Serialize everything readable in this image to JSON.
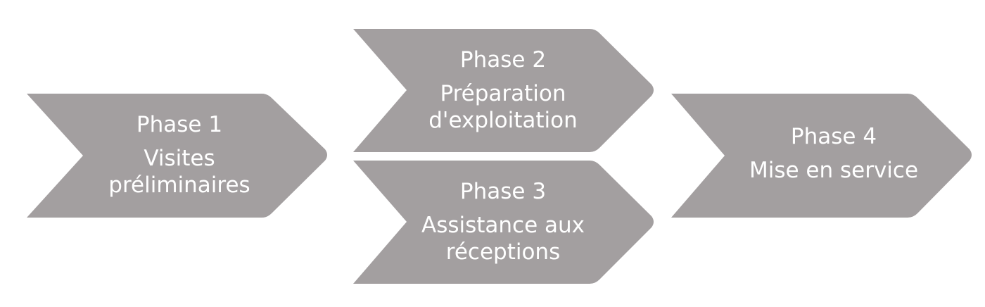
{
  "diagram": {
    "colors": {
      "chevron_fill": "#a39fa0",
      "text": "#ffffff",
      "background": "#ffffff"
    },
    "phases": [
      {
        "title": "Phase 1",
        "description": "Visites\npréliminaires"
      },
      {
        "title": "Phase 2",
        "description": "Préparation\nd'exploitation"
      },
      {
        "title": "Phase 3",
        "description": "Assistance aux\nréceptions"
      },
      {
        "title": "Phase 4",
        "description": "Mise en service"
      }
    ]
  }
}
